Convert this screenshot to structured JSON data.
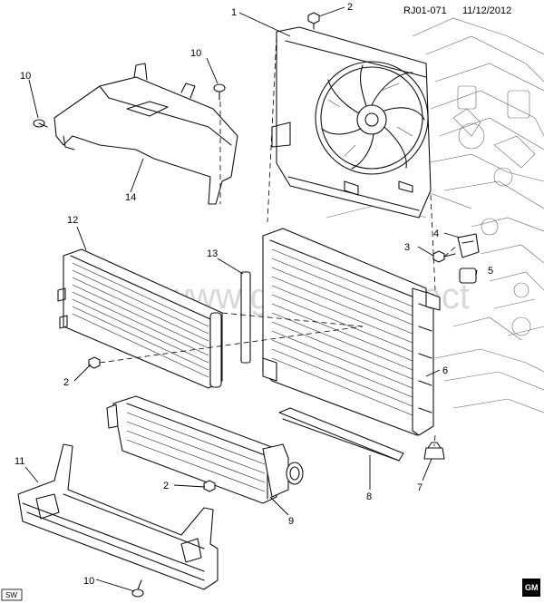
{
  "header": {
    "diagram_id": "RJ01-071",
    "date": "11/12/2012"
  },
  "watermark": "www.gmpartsdirect",
  "logo_text": "GM",
  "badge_text": "SW",
  "callouts": [
    "1",
    "2",
    "10",
    "10",
    "3",
    "4",
    "5",
    "12",
    "13",
    "2",
    "6",
    "11",
    "2",
    "9",
    "7",
    "8",
    "10",
    "14"
  ]
}
